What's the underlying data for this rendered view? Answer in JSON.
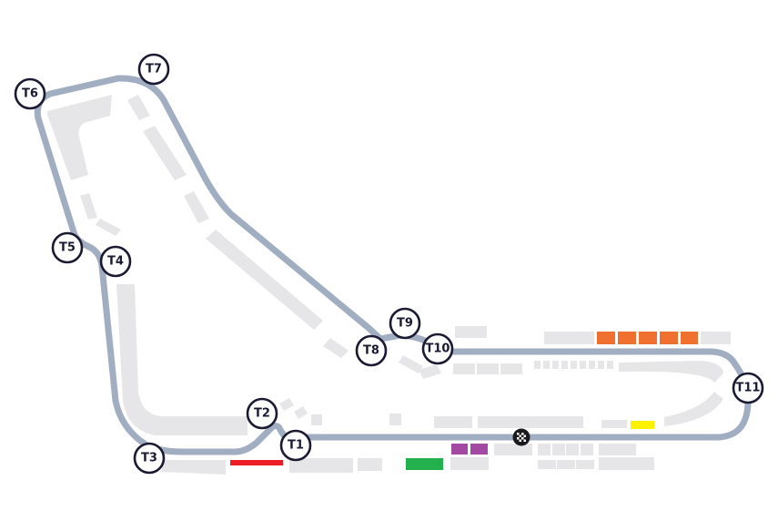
{
  "circuit": {
    "turns": [
      {
        "label": "T1"
      },
      {
        "label": "T2"
      },
      {
        "label": "T3"
      },
      {
        "label": "T4"
      },
      {
        "label": "T5"
      },
      {
        "label": "T6"
      },
      {
        "label": "T7"
      },
      {
        "label": "T8"
      },
      {
        "label": "T9"
      },
      {
        "label": "T10"
      },
      {
        "label": "T11"
      }
    ],
    "finish_line_icon": "checkered-flag-icon",
    "colors": {
      "track": "#a1aec1",
      "stands": "#e6e6e8",
      "marker_outline": "#1b1a33",
      "red": "#ee1c25",
      "green": "#22b14c",
      "purple": "#a349a4",
      "orange": "#f07030",
      "yellow": "#fff200"
    }
  }
}
